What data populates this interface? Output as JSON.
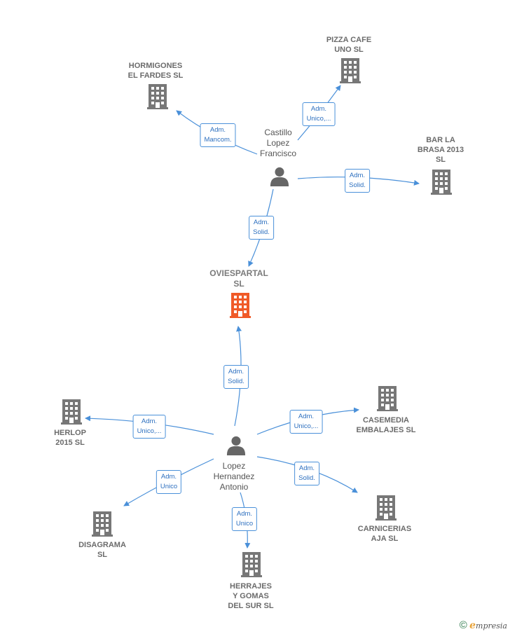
{
  "nodes": {
    "center": {
      "label": "OVIESPARTAL\nSL"
    },
    "pizza": {
      "label": "PIZZA CAFE\nUNO SL"
    },
    "hormigones": {
      "label": "HORMIGONES\nEL FARDES  SL"
    },
    "bar": {
      "label": "BAR LA\nBRASA 2013\nSL"
    },
    "herlop": {
      "label": "HERLOP\n2015  SL"
    },
    "casemedia": {
      "label": "CASEMEDIA\nEMBALAJES SL"
    },
    "disagrama": {
      "label": "DISAGRAMA\nSL"
    },
    "carnicerias": {
      "label": "CARNICERIAS\nAJA  SL"
    },
    "herrajes": {
      "label": "HERRAJES\nY GOMAS\nDEL SUR SL"
    }
  },
  "people": {
    "castillo": {
      "label": "Castillo\nLopez\nFrancisco"
    },
    "lopez": {
      "label": "Lopez\nHernandez\nAntonio"
    }
  },
  "edges": {
    "castillo_pizza": "Adm.\nUnico,...",
    "castillo_hormigones": "Adm.\nMancom.",
    "castillo_bar": "Adm.\nSolid.",
    "castillo_center": "Adm.\nSolid.",
    "lopez_center": "Adm.\nSolid.",
    "lopez_herlop": "Adm.\nUnico,...",
    "lopez_casemedia": "Adm.\nUnico,...",
    "lopez_disagrama": "Adm.\nUnico",
    "lopez_carnicerias": "Adm.\nSolid.",
    "lopez_herrajes": "Adm.\nUnico"
  },
  "colors": {
    "edge": "#4a90d9",
    "building": "#777777",
    "center_building": "#f05a28",
    "person": "#666666"
  },
  "footer": {
    "copyright": "©",
    "brand_initial": "e",
    "brand_rest": "mpresia"
  }
}
